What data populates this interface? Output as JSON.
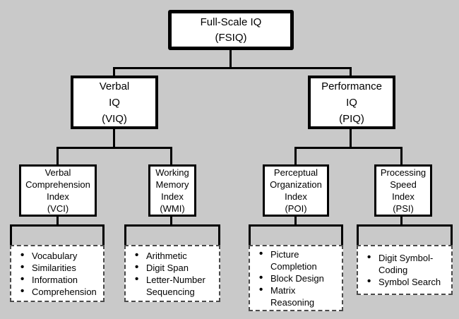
{
  "diagram": {
    "nodes": {
      "fsiq": {
        "lines": [
          "Full-Scale IQ",
          "(FSIQ)"
        ]
      },
      "viq": {
        "lines": [
          "Verbal",
          "IQ",
          "(VIQ)"
        ]
      },
      "piq": {
        "lines": [
          "Performance",
          "IQ",
          "(PIQ)"
        ]
      },
      "vci": {
        "lines": [
          "Verbal",
          "Comprehension",
          "Index",
          "(VCI)"
        ]
      },
      "wmi": {
        "lines": [
          "Working",
          "Memory",
          "Index",
          "(WMI)"
        ]
      },
      "poi": {
        "lines": [
          "Perceptual",
          "Organization",
          "Index",
          "(POI)"
        ]
      },
      "psi": {
        "lines": [
          "Processing",
          "Speed",
          "Index",
          "(PSI)"
        ]
      }
    },
    "subtests": {
      "vci": [
        "Vocabulary",
        "Similarities",
        "Information",
        "Comprehension"
      ],
      "wmi": [
        "Arithmetic",
        "Digit Span",
        "Letter-Number Sequencing"
      ],
      "poi": [
        "Picture Completion",
        "Block Design",
        "Matrix Reasoning"
      ],
      "psi": [
        "Digit Symbol-Coding",
        "Symbol Search"
      ]
    },
    "colors": {
      "background": "#c9c9c9",
      "box_fill": "#ffffff",
      "line": "#000000",
      "dashed_border": "#4a4a4a"
    }
  }
}
